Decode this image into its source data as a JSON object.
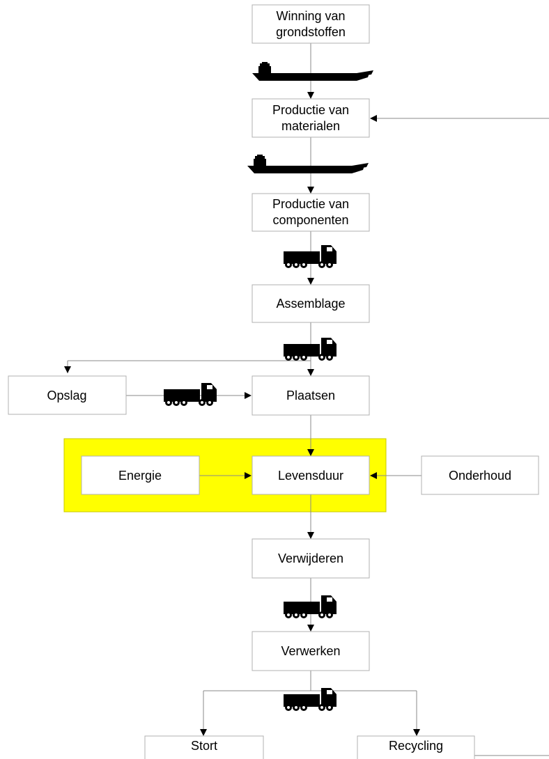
{
  "highlight_color": "#ffff00",
  "nodes": {
    "winning": {
      "line1": "Winning van",
      "line2": "grondstoffen"
    },
    "productie_materialen": {
      "line1": "Productie van",
      "line2": "materialen"
    },
    "productie_componenten": {
      "line1": "Productie van",
      "line2": "componenten"
    },
    "assemblage": {
      "label": "Assemblage"
    },
    "opslag": {
      "label": "Opslag"
    },
    "plaatsen": {
      "label": "Plaatsen"
    },
    "energie": {
      "label": "Energie"
    },
    "levensduur": {
      "label": "Levensduur"
    },
    "onderhoud": {
      "label": "Onderhoud"
    },
    "verwijderen": {
      "label": "Verwijderen"
    },
    "verwerken": {
      "label": "Verwerken"
    },
    "stort": {
      "label": "Stort"
    },
    "recycling": {
      "label": "Recycling"
    }
  },
  "transport_icons": [
    "ship-icon",
    "ship-icon",
    "truck-icon",
    "truck-icon",
    "truck-icon",
    "truck-icon",
    "truck-icon"
  ]
}
